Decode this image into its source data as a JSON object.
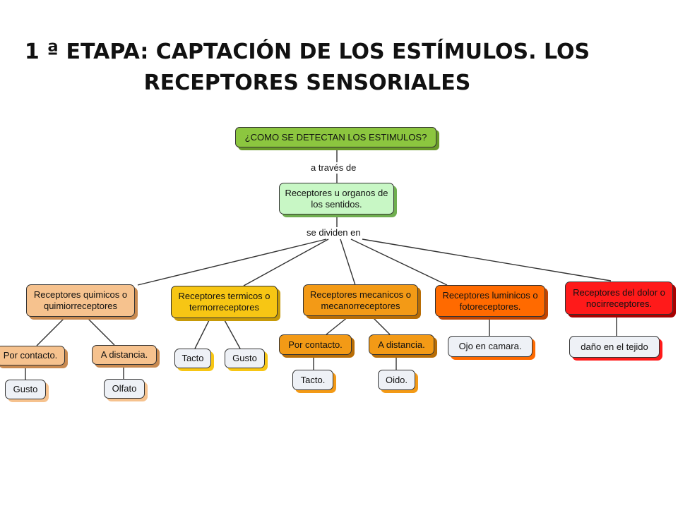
{
  "title": {
    "line1": "1 ª ETAPA: CAPTACIÓN DE LOS ESTÍMULOS. LOS",
    "line2": "RECEPTORES SENSORIALES"
  },
  "colors": {
    "root": "#8cc63f",
    "main": "#c8f7c5",
    "quimicos": "#f6c28e",
    "termicos": "#f7c614",
    "mecanicos": "#f39a16",
    "luminicos": "#ff6a00",
    "dolor": "#ff1a1a",
    "leaf_white": "#eef1f6"
  },
  "nodes": {
    "root": "¿COMO SE DETECTAN LOS ESTIMULOS?",
    "link1": "a través de",
    "main": "Receptores u organos de los sentidos.",
    "link2": "se dividen en",
    "quimicos": "Receptores quimicos o quimiorreceptores",
    "termicos": "Receptores termicos o termorreceptores",
    "mecanicos": "Receptores mecanicos o mecanorreceptores",
    "luminicos": "Receptores luminicos o fotoreceptores.",
    "dolor": "Receptores del dolor o nocirreceptores.",
    "q_contacto": "Por contacto.",
    "q_distancia": "A distancia.",
    "q_gusto": "Gusto",
    "q_olfato": "Olfato",
    "t_tacto": "Tacto",
    "t_gusto": "Gusto",
    "m_contacto": "Por contacto.",
    "m_distancia": "A distancia.",
    "m_tacto": "Tacto.",
    "m_oido": "Oido.",
    "l_ojo": "Ojo en camara.",
    "d_dano": "daño en el tejido"
  }
}
